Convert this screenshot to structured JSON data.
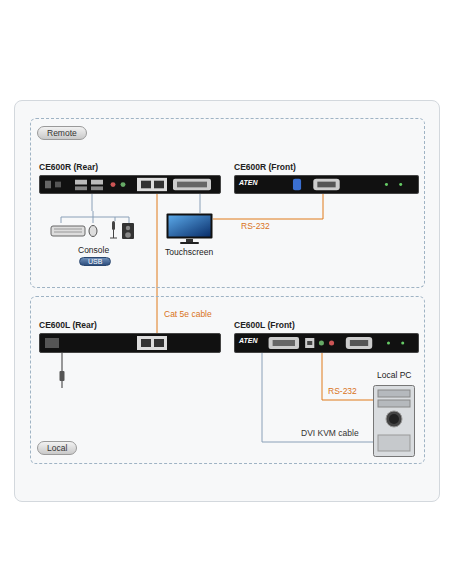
{
  "diagram": {
    "nodes": [
      {
        "text": [
          "Remote"
        ]
      },
      {
        "text": [
          "CE600R (Rear)"
        ],
        "in": 0
      },
      {
        "text": [
          "CE600R (Front)"
        ],
        "in": 0
      },
      {
        "text": [
          "Console"
        ],
        "in": 0
      },
      {
        "text": [
          "Touchscreen"
        ],
        "in": 0
      },
      {
        "text": [
          "Local"
        ]
      },
      {
        "text": [
          "CE600L (Rear)"
        ],
        "in": 5
      },
      {
        "text": [
          "CE600L (Front)"
        ],
        "in": 5
      },
      {
        "text": [
          "Local PC"
        ],
        "in": 5
      }
    ],
    "edges": [
      {
        "from": 1,
        "to": 6,
        "label": "Cat 5e cable",
        "arrow": "none"
      },
      {
        "from": 1,
        "to": 4,
        "arrow": "none"
      },
      {
        "from": 4,
        "to": 2,
        "label": "RS-232",
        "arrow": "none"
      },
      {
        "from": 3,
        "to": 1,
        "arrow": "none"
      },
      {
        "from": 7,
        "to": 8,
        "label": "RS-232",
        "arrow": "none"
      },
      {
        "from": 7,
        "to": 8,
        "label": "DVI KVM cable",
        "arrow": "none"
      }
    ],
    "labels": [
      "USB",
      "ATEN",
      "ATEN"
    ]
  }
}
